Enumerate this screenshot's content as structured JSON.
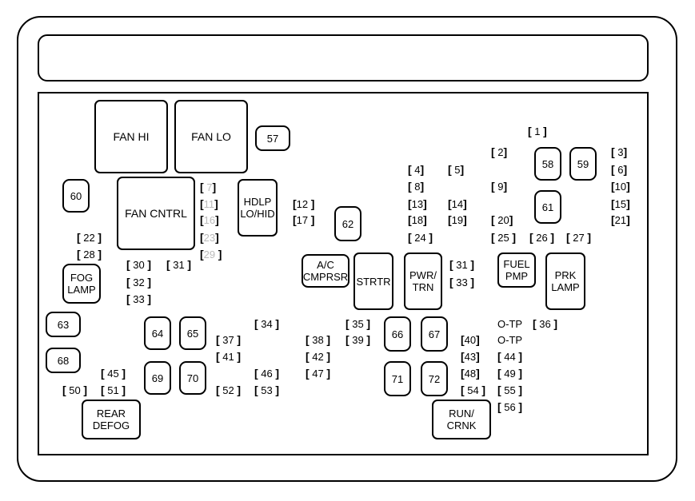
{
  "diagram": {
    "title_bar_text": "",
    "relays_large": [
      {
        "id": "fan-hi",
        "label": "FAN HI"
      },
      {
        "id": "fan-lo",
        "label": "FAN LO"
      },
      {
        "id": "fan-cntrl",
        "label": "FAN CNTRL"
      }
    ],
    "relays_small": [
      {
        "id": "57",
        "label": "57"
      },
      {
        "id": "58",
        "label": "58"
      },
      {
        "id": "59",
        "label": "59"
      },
      {
        "id": "60",
        "label": "60"
      },
      {
        "id": "61",
        "label": "61"
      },
      {
        "id": "62",
        "label": "62"
      },
      {
        "id": "63",
        "label": "63"
      },
      {
        "id": "64",
        "label": "64"
      },
      {
        "id": "65",
        "label": "65"
      },
      {
        "id": "66",
        "label": "66"
      },
      {
        "id": "67",
        "label": "67"
      },
      {
        "id": "68",
        "label": "68"
      },
      {
        "id": "69",
        "label": "69"
      },
      {
        "id": "70",
        "label": "70"
      },
      {
        "id": "71",
        "label": "71"
      },
      {
        "id": "72",
        "label": "72"
      }
    ],
    "named_relays": [
      {
        "id": "hdlp",
        "label": "HDLP\nLO/HID"
      },
      {
        "id": "fog",
        "label": "FOG\nLAMP"
      },
      {
        "id": "ac",
        "label": "A/C\nCMPRSR"
      },
      {
        "id": "strtr",
        "label": "STRTR"
      },
      {
        "id": "pwrtrn",
        "label": "PWR/\nTRN"
      },
      {
        "id": "fuelpmp",
        "label": "FUEL\nPMP"
      },
      {
        "id": "prklamp",
        "label": "PRK\nLAMP"
      },
      {
        "id": "reardefog",
        "label": "REAR\nDEFOG"
      },
      {
        "id": "runcrnk",
        "label": "RUN/\nCRNK"
      }
    ],
    "fuses": {
      "f1": "1",
      "f2": "2",
      "f3": "3",
      "f4": "4",
      "f5": "5",
      "f6": "6",
      "f7": "7",
      "f8": "8",
      "f9": "9",
      "f10": "10",
      "f11": "11",
      "f12": "12",
      "f13": "13",
      "f14": "14",
      "f15": "15",
      "f16": "16",
      "f17": "17",
      "f18": "18",
      "f19": "19",
      "f20": "20",
      "f21": "21",
      "f22": "22",
      "f23": "23",
      "f24": "24",
      "f25": "25",
      "f26": "26",
      "f27": "27",
      "f28": "28",
      "f29": "29",
      "f30": "30",
      "f31a": "31",
      "f31b": "31",
      "f32": "32",
      "f33a": "33",
      "f33b": "33",
      "f34": "34",
      "f35": "35",
      "f36": "36",
      "f37": "37",
      "f38": "38",
      "f39": "39",
      "f40": "40",
      "f41": "41",
      "f42": "42",
      "f43": "43",
      "f44": "44",
      "f45": "45",
      "f46": "46",
      "f47": "47",
      "f48": "48",
      "f49": "49",
      "f50": "50",
      "f51": "51",
      "f52": "52",
      "f53": "53",
      "f54": "54",
      "f55": "55",
      "f56": "56"
    },
    "test_points": {
      "tp1": "O-TP",
      "tp2": "O-TP"
    }
  }
}
